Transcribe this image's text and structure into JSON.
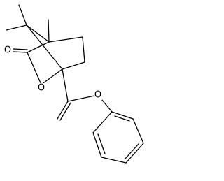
{
  "diagram": {
    "type": "chemical-structure",
    "atoms": {
      "ketone_oxygen": "O",
      "ring_oxygen": "O",
      "ester_oxygen": "O"
    },
    "colors": {
      "bond": "#000000",
      "label": "#000000",
      "background": "#ffffff"
    }
  }
}
